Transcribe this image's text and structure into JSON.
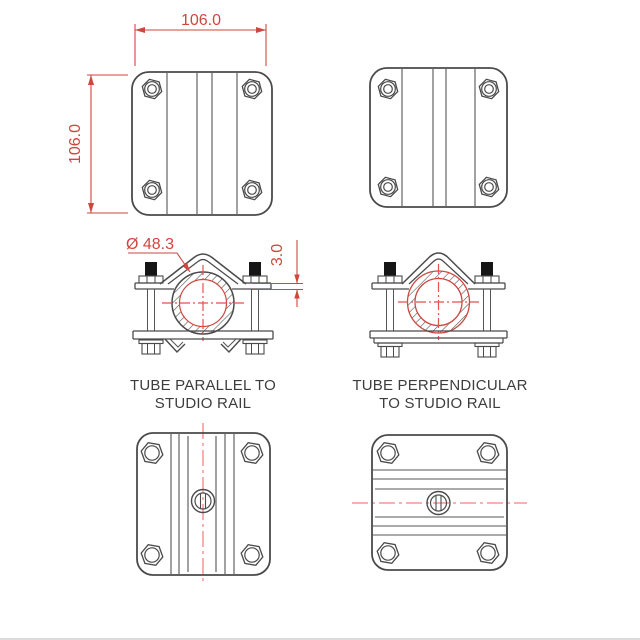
{
  "dimensions": {
    "plate_width": "106.0",
    "plate_height": "106.0",
    "tube_diameter": "Ø 48.3",
    "strap_thickness": "3.0"
  },
  "captions": {
    "left_line1": "TUBE PARALLEL TO",
    "left_line2": "STUDIO RAIL",
    "right_line1": "TUBE PERPENDICULAR",
    "right_line2": "TO STUDIO RAIL"
  },
  "colors": {
    "dimension_red": "#d0453e",
    "centerline_pink": "#f08585",
    "crosshair_red": "#e4524d",
    "drawing_line": "#4a4a4a",
    "caption_text": "#3d3d3d",
    "background": "#ffffff"
  }
}
